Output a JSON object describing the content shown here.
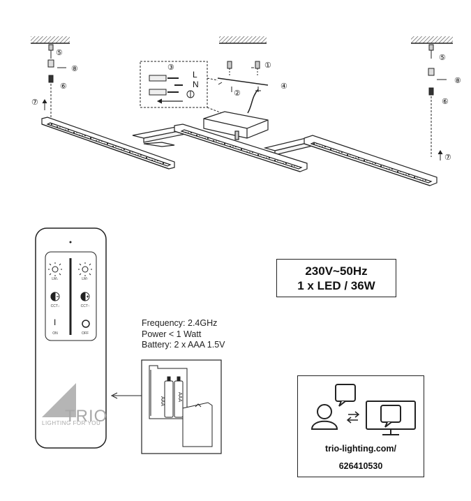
{
  "specs": {
    "line1": "230V~50Hz",
    "line2": "1 x LED / 36W"
  },
  "remote_specs": {
    "frequency": "Frequency: 2.4GHz",
    "power": "Power < 1 Watt",
    "battery": "Battery: 2 x AAA 1.5V"
  },
  "remote": {
    "buttons": [
      {
        "icon": "brightness-down-icon",
        "caption": "LM↓"
      },
      {
        "icon": "brightness-up-icon",
        "caption": "LM↑"
      },
      {
        "icon": "cct-minus-icon",
        "caption": "CCT↓"
      },
      {
        "icon": "cct-plus-icon",
        "caption": "CCT↑"
      },
      {
        "icon": "power-on-icon",
        "caption": "ON",
        "symbol": "I"
      },
      {
        "icon": "power-off-icon",
        "caption": "OFF"
      }
    ],
    "brand": "TRIO",
    "tagline": "LIGHTING FOR YOU"
  },
  "battery_labels": [
    "AAA",
    "AAA"
  ],
  "wiring": {
    "L": "L",
    "N": "N",
    "step": "③"
  },
  "steps": [
    "①",
    "②",
    "④",
    "⑤",
    "⑥",
    "⑦",
    "⑧"
  ],
  "website": {
    "url": "trio-lighting.com/",
    "code": "626410530"
  }
}
